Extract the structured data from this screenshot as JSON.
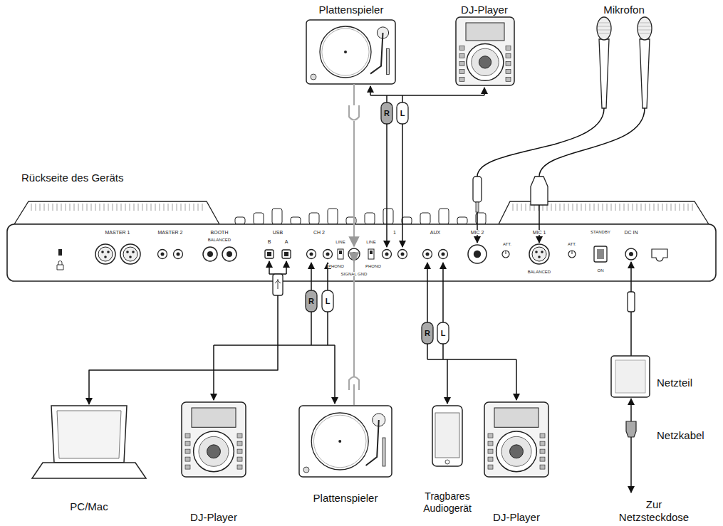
{
  "diagram": {
    "labels": [
      "Plattenspieler",
      "DJ-Player",
      "Mikrofon",
      "R",
      "L",
      "Rückseite des Geräts",
      "MASTER 1",
      "MASTER 2",
      "BOOTH",
      "BALANCED",
      "USB",
      "B",
      "A",
      "CH 2",
      "LINE",
      "PHONO",
      "SIGNAL GND",
      "1",
      "LINE",
      "PHONO",
      "AUX",
      "MIC 2",
      "ATT.",
      "MIC 1",
      "ATT.",
      "BALANCED",
      "STANDBY",
      "ON",
      "DC IN",
      "R",
      "L",
      "R",
      "L",
      "PC/Mac",
      "DJ-Player",
      "Plattenspieler",
      "Tragbares Audiogerät",
      "DJ-Player",
      "Netzteil",
      "Netzkabel",
      "Zur Netzsteckdose"
    ]
  }
}
